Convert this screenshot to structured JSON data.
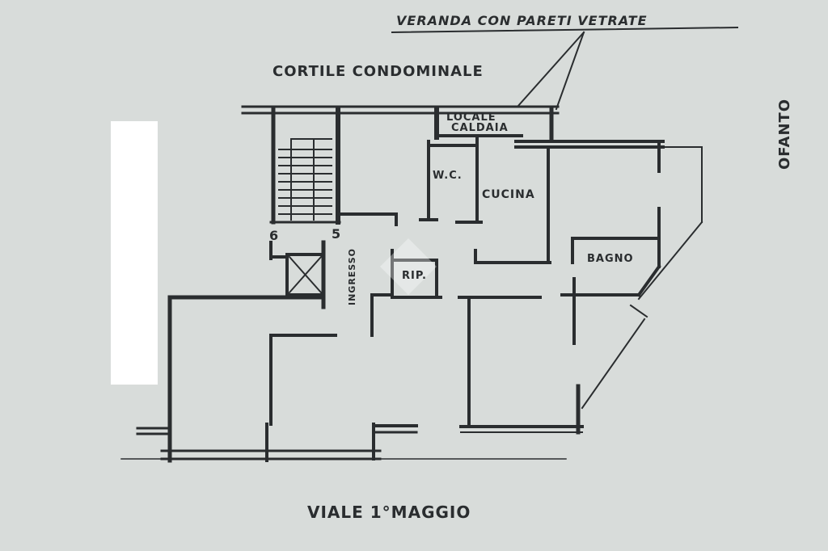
{
  "labels": {
    "veranda": "VERANDA CON PARETI VETRATE",
    "cortile": "CORTILE CONDOMINALE",
    "locale": "LOCALE",
    "caldaia": "CALDAIA",
    "wc": "W.C.",
    "cucina": "CUCINA",
    "bagno": "BAGNO",
    "ingresso": "INGRESSO",
    "rip": "RIP.",
    "step_6": "6",
    "step_5": "5",
    "viale": "VIALE 1°MAGGIO",
    "ofanto": "OFANTO"
  },
  "colors": {
    "paper": "#d8dcda",
    "ink": "#2a2d2f"
  }
}
